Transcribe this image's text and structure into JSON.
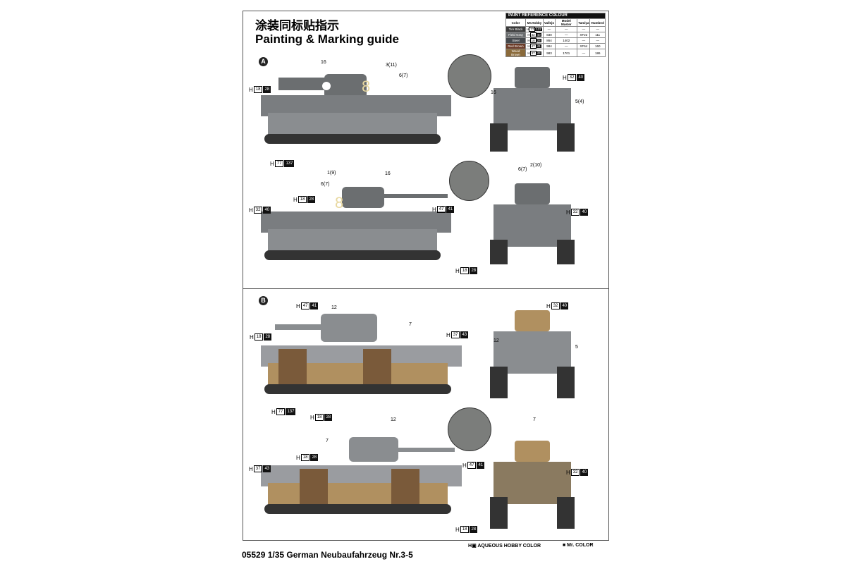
{
  "title_cn": "涂装同标贴指示",
  "title_en": "Painting & Marking guide",
  "schemes": [
    "A",
    "B"
  ],
  "paint_table": {
    "title": "PAINT  REFERENCE COLOUR",
    "headers": [
      "Color",
      "Mr.Hobby",
      "Vallejo",
      "Model Master",
      "Tamiya",
      "Humbrol"
    ],
    "rows": [
      {
        "color": "Tire Black",
        "swatch": "#3a3a3a",
        "h": "77",
        "m": "137",
        "vallejo": "—",
        "mm": "—",
        "tamiya": "—",
        "humbrol": "—"
      },
      {
        "color": "Field Gray",
        "swatch": "#6b6e70",
        "h": "32",
        "m": "40",
        "vallejo": "830",
        "mm": "—",
        "tamiya": "XF22",
        "humbrol": "111"
      },
      {
        "color": "Steel",
        "swatch": "#45484c",
        "h": "18",
        "m": "28",
        "vallejo": "864",
        "mm": "1402",
        "tamiya": "—",
        "humbrol": "—"
      },
      {
        "color": "Red Brown",
        "swatch": "#6b3a26",
        "h": "47",
        "m": "41",
        "vallejo": "984",
        "mm": "—",
        "tamiya": "XF64",
        "humbrol": "160"
      },
      {
        "color": "Wood Brown",
        "swatch": "#8a6a3a",
        "h": "37",
        "m": "43",
        "vallejo": "983",
        "mm": "1701",
        "tamiya": "—",
        "humbrol": "186"
      }
    ]
  },
  "callouts": {
    "a1": [
      "16",
      "3(11)",
      "6(7)"
    ],
    "a2": [
      "16",
      "5(4)"
    ],
    "a3": [
      "1(9)",
      "6(7)",
      "16"
    ],
    "a4": [
      "6(7)",
      "2(10)"
    ],
    "b1": [
      "12",
      "7"
    ],
    "b2": [
      "12",
      "5"
    ],
    "b3": [
      "12",
      "7"
    ],
    "b4": [
      "7"
    ]
  },
  "codes": [
    {
      "h": "18",
      "m": "28"
    },
    {
      "h": "77",
      "m": "137"
    },
    {
      "h": "32",
      "m": "40"
    },
    {
      "h": "47",
      "m": "41"
    },
    {
      "h": "37",
      "m": "43"
    }
  ],
  "legend": {
    "aqueous": "AQUEOUS HOBBY COLOR",
    "mr": "■ Mr. COLOR",
    "h": "H"
  },
  "footer": "05529 1/35  German Neubaufahrzeug Nr.3-5",
  "colors": {
    "gray": "#6b6e70",
    "sand": "#b09060",
    "brown": "#7a5a3a"
  }
}
